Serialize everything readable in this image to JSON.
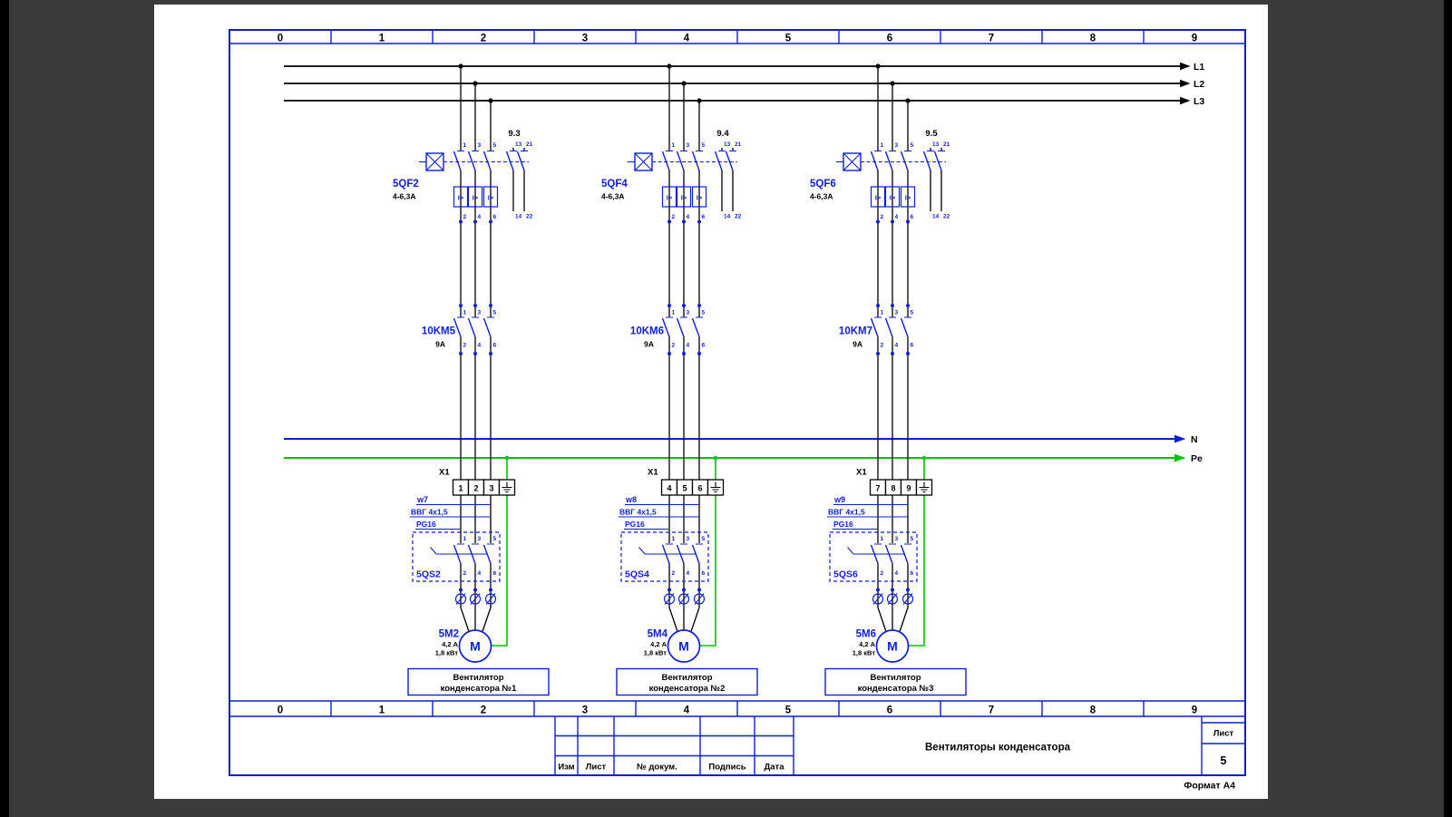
{
  "colors": {
    "line_blue": "#0d1fd6",
    "pe_green": "#00c300",
    "desk_bg": "#3b3b3b",
    "sheet_bg": "#ffffff"
  },
  "ruler": [
    "0",
    "1",
    "2",
    "3",
    "4",
    "5",
    "6",
    "7",
    "8",
    "9"
  ],
  "buses": {
    "l1": "L1",
    "l2": "L2",
    "l3": "L3",
    "n": "N",
    "pe": "Pe"
  },
  "pins": {
    "p1": "1",
    "p2": "2",
    "p3": "3",
    "p4": "4",
    "p5": "5",
    "p6": "6",
    "p13": "13",
    "p14": "14",
    "p21": "21",
    "p22": "22",
    "overload": "I>",
    "motor": "M"
  },
  "branches": [
    {
      "aux_ref": "9.3",
      "breaker_name": "5QF2",
      "breaker_rating": "4-6,3А",
      "contactor_name": "10KM5",
      "contactor_rating": "9А",
      "terminal_block": "X1",
      "t1": "1",
      "t2": "2",
      "t3": "3",
      "wire": "w7",
      "cable_type": "ВВГ 4x1,5",
      "gland": "PG16",
      "switch_name": "5QS2",
      "motor_name": "5M2",
      "motor_current": "4,2 А",
      "motor_power": "1,8 кВт",
      "caption_line1": "Вентилятор",
      "caption_line2": "конденсатора №1"
    },
    {
      "aux_ref": "9.4",
      "breaker_name": "5QF4",
      "breaker_rating": "4-6,3А",
      "contactor_name": "10KM6",
      "contactor_rating": "9А",
      "terminal_block": "X1",
      "t1": "4",
      "t2": "5",
      "t3": "6",
      "wire": "w8",
      "cable_type": "ВВГ 4x1,5",
      "gland": "PG16",
      "switch_name": "5QS4",
      "motor_name": "5M4",
      "motor_current": "4,2 А",
      "motor_power": "1,8 кВт",
      "caption_line1": "Вентилятор",
      "caption_line2": "конденсатора №2"
    },
    {
      "aux_ref": "9.5",
      "breaker_name": "5QF6",
      "breaker_rating": "4-6,3А",
      "contactor_name": "10KM7",
      "contactor_rating": "9А",
      "terminal_block": "X1",
      "t1": "7",
      "t2": "8",
      "t3": "9",
      "wire": "w9",
      "cable_type": "ВВГ 4x1,5",
      "gland": "PG16",
      "switch_name": "5QS6",
      "motor_name": "5M6",
      "motor_current": "4,2 А",
      "motor_power": "1,8 кВт",
      "caption_line1": "Вентилятор",
      "caption_line2": "конденсатора №3"
    }
  ],
  "title_block": {
    "col_izm": "Изм",
    "col_list": "Лист",
    "col_doc": "№ докум.",
    "col_sign": "Подпись",
    "col_date": "Дата",
    "doc_title": "Вентиляторы конденсатора",
    "sheet_label": "Лист",
    "sheet_number": "5",
    "format_label": "Формат А4"
  }
}
